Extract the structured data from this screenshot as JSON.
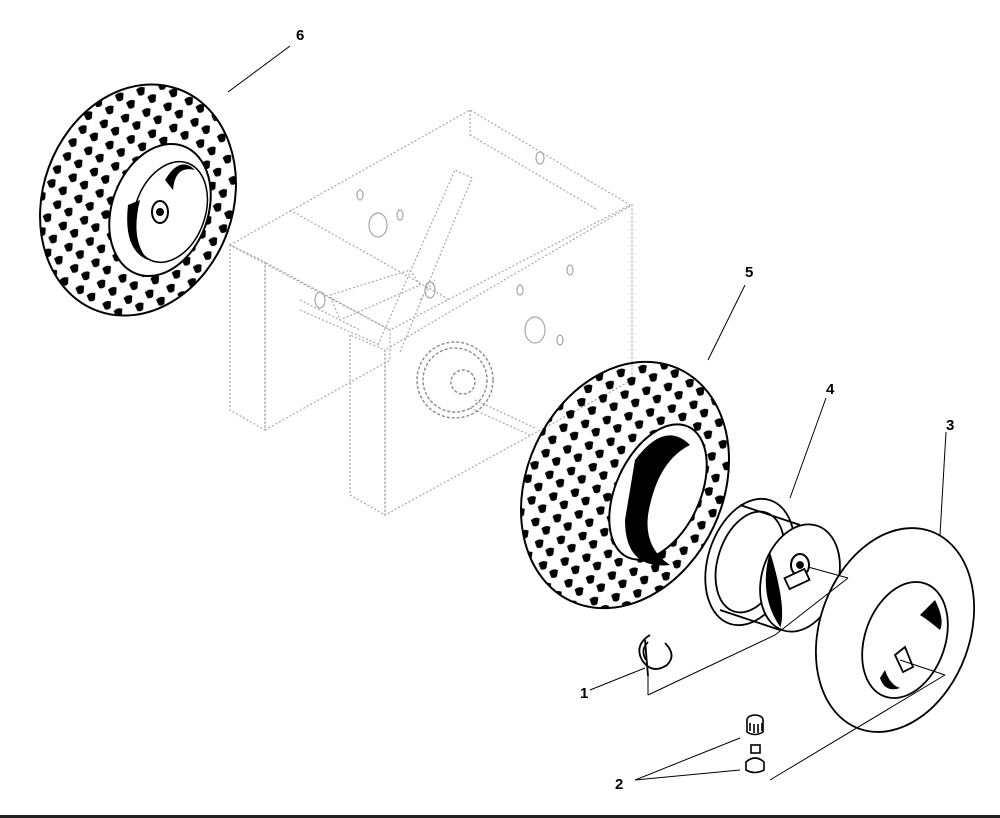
{
  "diagram": {
    "type": "exploded-parts-view",
    "callouts": [
      {
        "id": "1",
        "label": "1"
      },
      {
        "id": "2",
        "label": "2"
      },
      {
        "id": "3",
        "label": "3"
      },
      {
        "id": "4",
        "label": "4"
      },
      {
        "id": "5",
        "label": "5"
      },
      {
        "id": "6",
        "label": "6"
      }
    ],
    "colors": {
      "line": "#000000",
      "ghost": "#b0b0b0",
      "background": "#ffffff"
    }
  }
}
